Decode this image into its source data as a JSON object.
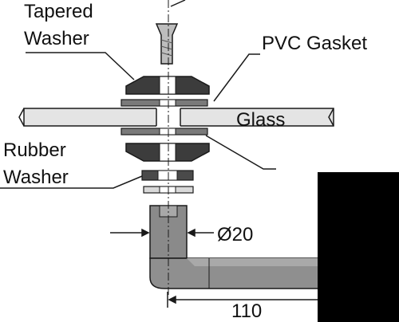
{
  "labels": {
    "tapered_washer": [
      "Tapered",
      "Washer"
    ],
    "pvc_gasket": "PVC Gasket",
    "glass": "Glass",
    "rubber_washer": [
      "Rubber",
      "Washer"
    ],
    "diameter": "Ø20",
    "length": "110"
  },
  "colors": {
    "background": "#ffffff",
    "part_dark": "#3c3c3c",
    "part_mid": "#8a8a8a",
    "part_light": "#d9d9d9",
    "glass": "#e4e4e4",
    "outline": "#1a1a1a",
    "black_block": "#000000"
  }
}
